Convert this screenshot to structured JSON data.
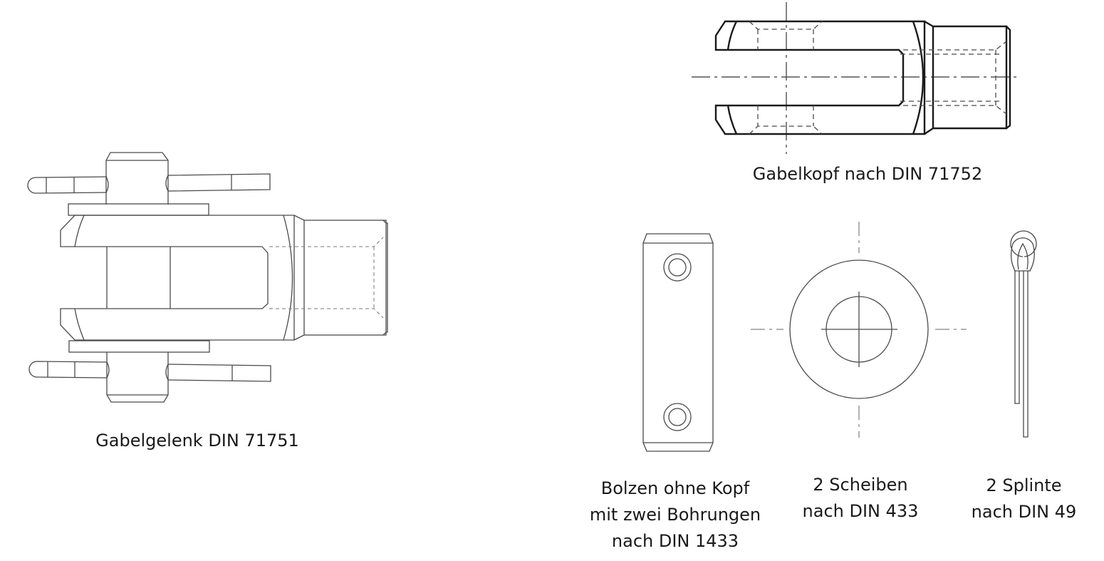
{
  "figures": {
    "gabelgelenk": {
      "caption": [
        "Gabelgelenk DIN 71751"
      ]
    },
    "gabelkopf": {
      "caption": [
        "Gabelkopf nach DIN 71752"
      ]
    },
    "bolzen": {
      "caption": [
        "Bolzen ohne Kopf",
        "mit zwei Bohrungen",
        "nach DIN 1433"
      ]
    },
    "scheiben": {
      "caption": [
        "2 Scheiben",
        "nach DIN 433"
      ]
    },
    "splinte": {
      "caption": [
        "2 Splinte",
        "nach DIN 49"
      ]
    }
  }
}
